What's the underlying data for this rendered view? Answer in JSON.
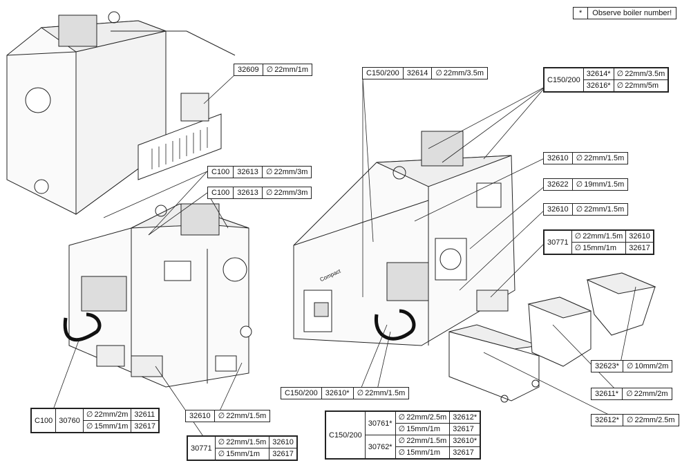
{
  "note": {
    "star": "*",
    "text": "Observe boiler number!"
  },
  "diameter_symbol": "∅",
  "labels": {
    "a": {
      "part": "32609",
      "spec": "22mm/1m"
    },
    "b": {
      "model": "C150/200",
      "part": "32614",
      "spec": "22mm/3.5m"
    },
    "c": {
      "model": "C150/200",
      "rows": [
        {
          "part": "32614*",
          "spec": "22mm/3.5m"
        },
        {
          "part": "32616*",
          "spec": "22mm/5m"
        }
      ]
    },
    "d": {
      "model": "C100",
      "part": "32613",
      "spec": "22mm/3m"
    },
    "e": {
      "model": "C100",
      "part": "32613",
      "spec": "22mm/3m"
    },
    "f": {
      "part": "32610",
      "spec": "22mm/1.5m"
    },
    "g": {
      "part": "32622",
      "spec": "19mm/1.5m"
    },
    "h": {
      "part": "32610",
      "spec": "22mm/1.5m"
    },
    "i": {
      "set": "30771",
      "rows": [
        {
          "spec": "22mm/1.5m",
          "part": "32610"
        },
        {
          "spec": "15mm/1m",
          "part": "32617"
        }
      ]
    },
    "j": {
      "part": "32623*",
      "spec": "10mm/2m"
    },
    "k": {
      "part": "32611*",
      "spec": "22mm/2m"
    },
    "l": {
      "part": "32612*",
      "spec": "22mm/2.5m"
    },
    "m": {
      "model": "C150/200",
      "part": "32610*",
      "spec": "22mm/1.5m"
    },
    "n": {
      "model": "C100",
      "set": "30760",
      "rows": [
        {
          "spec": "22mm/2m",
          "part": "32611"
        },
        {
          "spec": "15mm/1m",
          "part": "32617"
        }
      ]
    },
    "o": {
      "part": "32610",
      "spec": "22mm/1.5m"
    },
    "p": {
      "set": "30771",
      "rows": [
        {
          "spec": "22mm/1.5m",
          "part": "32610"
        },
        {
          "spec": "15mm/1m",
          "part": "32617"
        }
      ]
    },
    "q": {
      "model": "C150/200",
      "sets": [
        {
          "set": "30761*",
          "rows": [
            {
              "spec": "22mm/2.5m",
              "part": "32612*"
            },
            {
              "spec": "15mm/1m",
              "part": "32617"
            }
          ]
        },
        {
          "set": "30762*",
          "rows": [
            {
              "spec": "22mm/1.5m",
              "part": "32610*"
            },
            {
              "spec": "15mm/1m",
              "part": "32617"
            }
          ]
        }
      ]
    }
  },
  "brand_label": "Compact"
}
